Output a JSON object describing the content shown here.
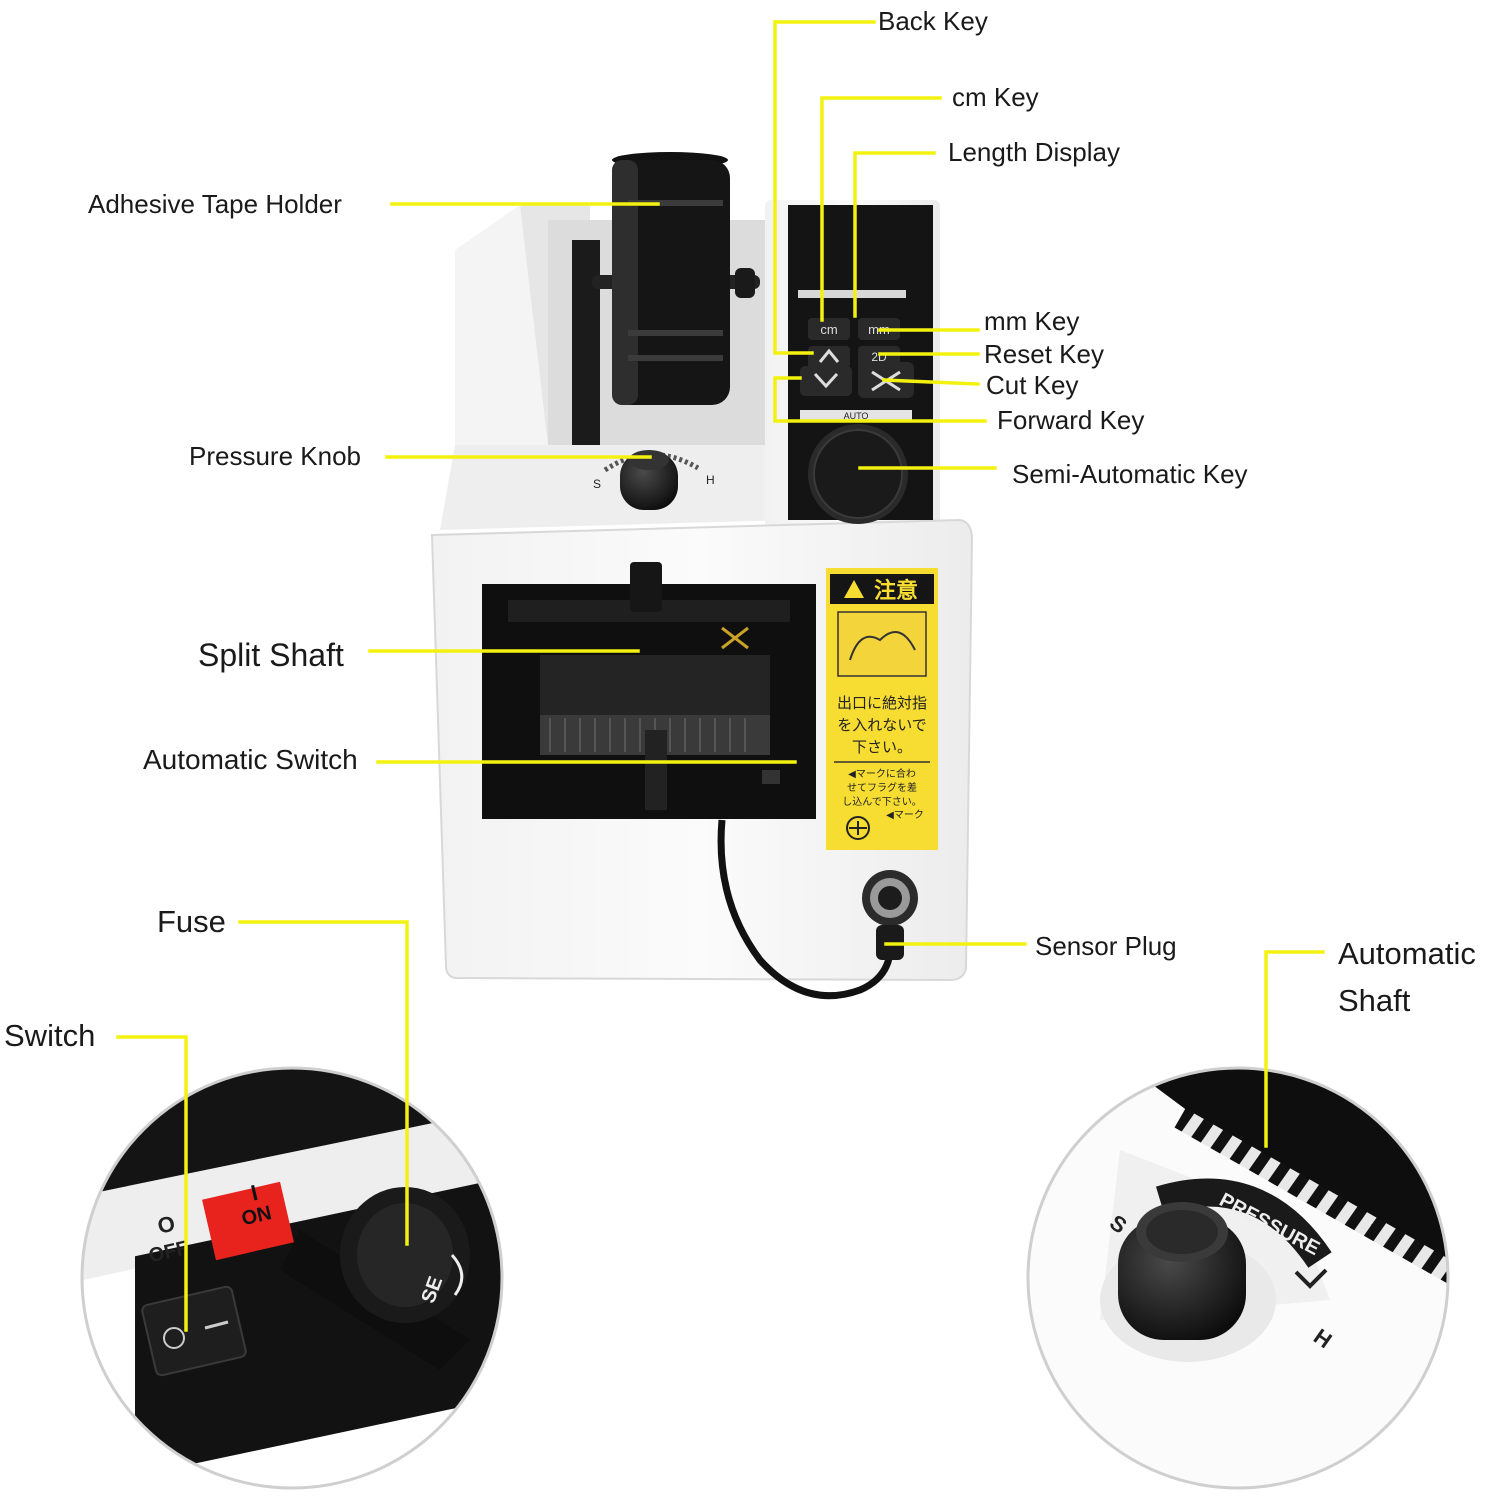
{
  "labels": {
    "back_key": "Back Key",
    "cm_key": "cm Key",
    "length_display": "Length Display",
    "adhesive_tape_holder": "Adhesive Tape Holder",
    "mm_key": "mm Key",
    "reset_key": "Reset Key",
    "cut_key": "Cut Key",
    "forward_key": "Forward Key",
    "pressure_knob": "Pressure Knob",
    "semi_automatic_key": "Semi-Automatic Key",
    "split_shaft": "Split Shaft",
    "automatic_switch": "Automatic Switch",
    "fuse": "Fuse",
    "sensor_plug": "Sensor Plug",
    "switch": "Switch",
    "automatic_shaft_line1": "Automatic",
    "automatic_shaft_line2": "Shaft"
  },
  "device_markings": {
    "keypad_cm": "cm",
    "keypad_mm": "mm",
    "keypad_reset": "2D",
    "keypad_auto": "AUTO",
    "knob_soft": "S",
    "knob_hard": "H",
    "warning_title": "注意",
    "warning_line1": "出口に絶対指",
    "warning_line2": "を入れないで",
    "warning_line3": "下さい。",
    "warning_small1": "◀マークに合わ",
    "warning_small2": "せてフラグを差",
    "warning_small3": "し込んで下さい。",
    "warning_small4": "◀マーク",
    "switch_on_mark": "I",
    "switch_on": "ON",
    "switch_off_mark": "O",
    "switch_off": "OFF",
    "fuse_mark": "SE",
    "pressure_mark": "PRESSURE"
  },
  "colors": {
    "leader": "#f2f20e",
    "device_body": "#f7f7f7",
    "device_black": "#141414",
    "warning_yellow": "#f7dd32",
    "switch_red": "#e8231e"
  }
}
